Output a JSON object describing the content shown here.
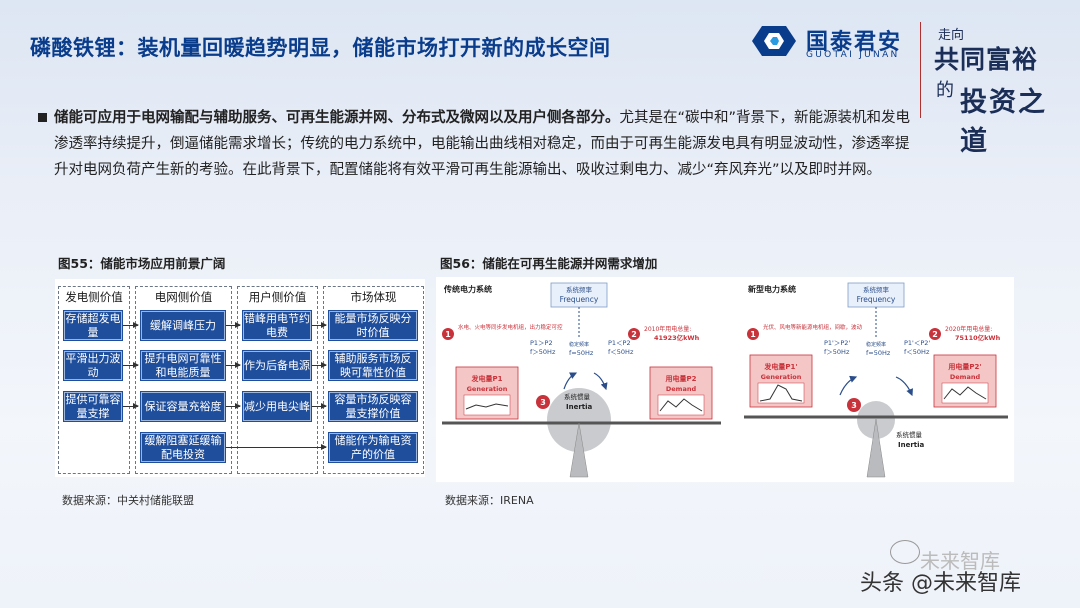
{
  "header": {
    "title": "磷酸铁锂：装机量回暖趋势明显，储能市场打开新的成长空间",
    "logo_cn": "国泰君安",
    "logo_en": "GUOTAI JUNAN",
    "slogan_1": "走向",
    "slogan_2": "共同富裕",
    "slogan_3": "的",
    "slogan_4": "投资之道"
  },
  "body": {
    "bullet_lead": "储能可应用于电网输配与辅助服务、可再生能源并网、分布式及微网以及用户侧各部分。",
    "bullet_rest": "尤其是在“碳中和”背景下，新能源装机和发电渗透率持续提升，倒逼储能需求增长；传统的电力系统中，电能输出曲线相对稳定，而由于可再生能源发电具有明显波动性，渗透率提升对电网负荷产生新的考验。在此背景下，配置储能将有效平滑可再生能源输出、吸收过剩电力、减少“弃风弃光”以及即时并网。"
  },
  "fig55": {
    "label": "图55：储能市场应用前景广阔",
    "source": "数据来源：中关村储能联盟",
    "columns": [
      "发电侧价值",
      "电网侧价值",
      "用户侧价值",
      "市场体现"
    ],
    "gen": [
      "存储超发电量",
      "平滑出力波动",
      "提供可靠容量支撑"
    ],
    "grid": [
      "缓解调峰压力",
      "提升电网可靠性和电能质量",
      "保证容量充裕度",
      "缓解阻塞延缓输配电投资"
    ],
    "user": [
      "错峰用电节约电费",
      "作为后备电源",
      "减少用电尖峰"
    ],
    "market": [
      "能量市场反映分时价值",
      "辅助服务市场反映可靠性价值",
      "容量市场反映容量支撑价值",
      "储能作为输电资产的价值"
    ]
  },
  "fig56": {
    "label": "图56：储能在可再生能源并网需求增加",
    "source": "数据来源：IRENA",
    "left": {
      "system": "传统电力系统",
      "freq_cn": "系统频率",
      "freq_en": "Frequency",
      "note1": "水电、火电等同步发电机组，出力稳定可控",
      "note2_a": "2010年用电总量:",
      "note2_b": "41923亿kWh",
      "cond_a": "P1＞P2",
      "cond_b": "f＞50Hz",
      "stable": "稳定频率",
      "stable_f": "f=50Hz",
      "cond_c": "P1＜P2",
      "cond_d": "f＜50Hz",
      "gen_cn": "发电量P1",
      "gen_en": "Generation",
      "dem_cn": "用电量P2",
      "dem_en": "Demand",
      "inertia_cn": "系统惯量",
      "inertia_en": "Inertia",
      "n1": "1",
      "n2": "2",
      "n3": "3"
    },
    "right": {
      "system": "新型电力系统",
      "freq_cn": "系统频率",
      "freq_en": "Frequency",
      "note1": "光伏、风电等新能源电机组，间歇，波动",
      "note2_a": "2020年用电总量:",
      "note2_b": "75110亿kWh",
      "cond_a": "P1'＞P2'",
      "cond_b": "f＞50Hz",
      "stable": "稳定频率",
      "stable_f": "f=50Hz",
      "cond_c": "P1'＜P2'",
      "cond_d": "f＜50Hz",
      "gen_cn": "发电量P1'",
      "gen_en": "Generation",
      "dem_cn": "用电量P2'",
      "dem_en": "Demand",
      "inertia_cn": "系统惯量",
      "inertia_en": "Inertia",
      "n1": "1",
      "n2": "2",
      "n3": "3"
    }
  },
  "footer": {
    "watermark": "头条 @未来智库",
    "watermark_faint": "未来智库"
  },
  "colors": {
    "brand_blue": "#0a3c8c",
    "box_blue": "#1f4e9c",
    "accent_red": "#c8323a",
    "pink_box": "#f5c6c6"
  }
}
